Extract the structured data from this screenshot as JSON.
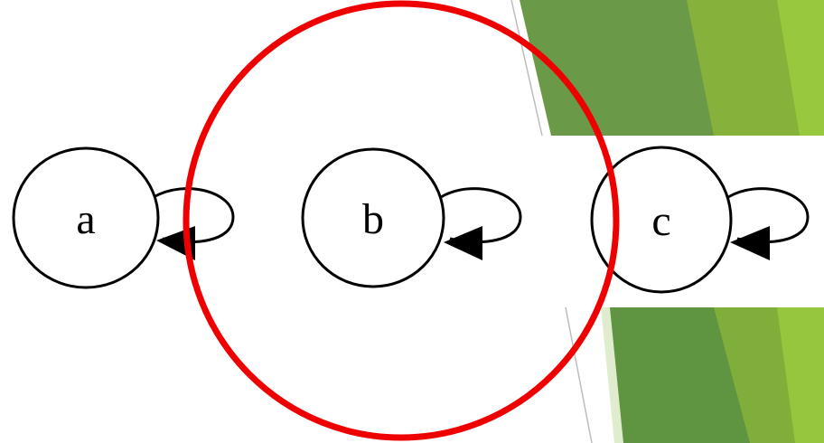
{
  "nodes": [
    {
      "id": "a",
      "label": "a"
    },
    {
      "id": "b",
      "label": "b"
    },
    {
      "id": "c",
      "label": "c"
    }
  ],
  "edges": [
    {
      "from": "a",
      "to": "a"
    },
    {
      "from": "b",
      "to": "b"
    },
    {
      "from": "c",
      "to": "c"
    }
  ],
  "colors": {
    "highlight": "#ee0000",
    "edge": "#000000",
    "slide_green_dark": "#5f9440",
    "slide_green_mid": "#7aaa3a",
    "slide_green_light": "#93c63c"
  }
}
